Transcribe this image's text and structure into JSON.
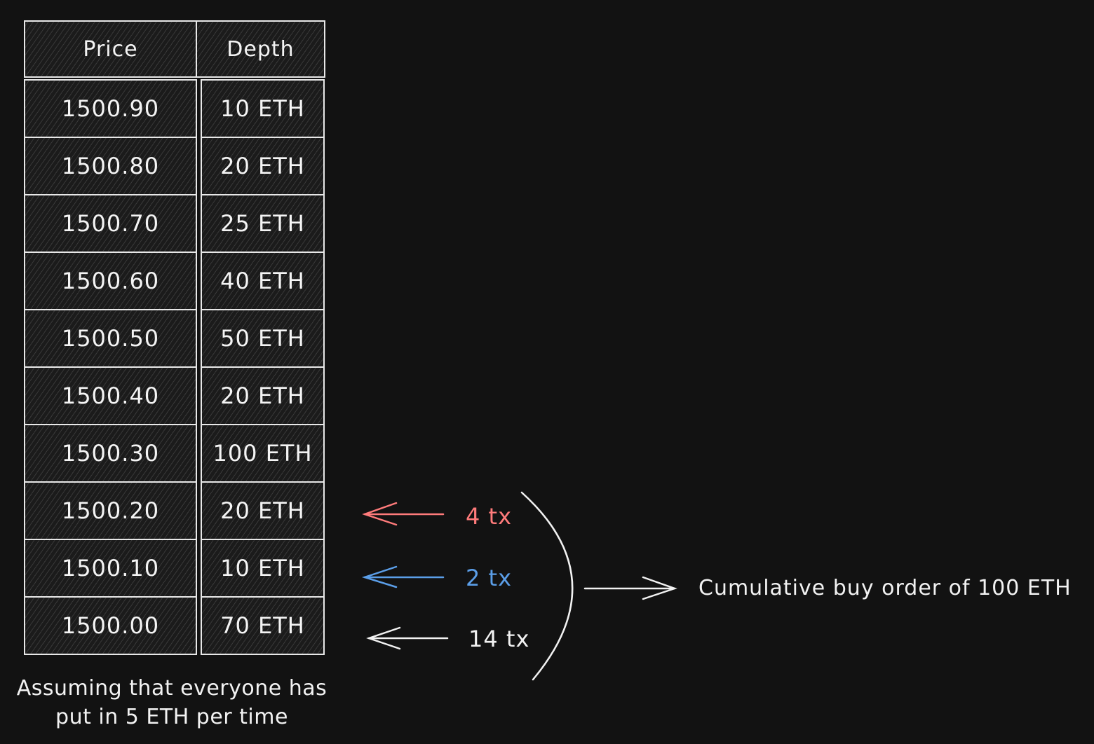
{
  "table": {
    "headers": {
      "price": "Price",
      "depth": "Depth"
    },
    "rows": [
      {
        "price": "1500.90",
        "depth": "10 ETH"
      },
      {
        "price": "1500.80",
        "depth": "20 ETH"
      },
      {
        "price": "1500.70",
        "depth": "25 ETH"
      },
      {
        "price": "1500.60",
        "depth": "40 ETH"
      },
      {
        "price": "1500.50",
        "depth": "50 ETH"
      },
      {
        "price": "1500.40",
        "depth": "20 ETH"
      },
      {
        "price": "1500.30",
        "depth": "100 ETH"
      },
      {
        "price": "1500.20",
        "depth": "20 ETH"
      },
      {
        "price": "1500.10",
        "depth": "10 ETH"
      },
      {
        "price": "1500.00",
        "depth": "70 ETH"
      }
    ]
  },
  "note": {
    "line1": "Assuming that everyone has",
    "line2": "put in 5 ETH per time"
  },
  "arrows": [
    {
      "label": "4 tx",
      "color": "#ff7b7b",
      "target_price": "1500.20"
    },
    {
      "label": "2 tx",
      "color": "#5b9ee8",
      "target_price": "1500.10"
    },
    {
      "label": "14 tx",
      "color": "#f2f2f2",
      "target_price": "1500.00"
    }
  ],
  "summary": {
    "label": "Cumulative buy order of 100 ETH"
  },
  "colors": {
    "background": "#121212",
    "stroke": "#e8e8e8",
    "red": "#ff7b7b",
    "blue": "#5b9ee8"
  }
}
